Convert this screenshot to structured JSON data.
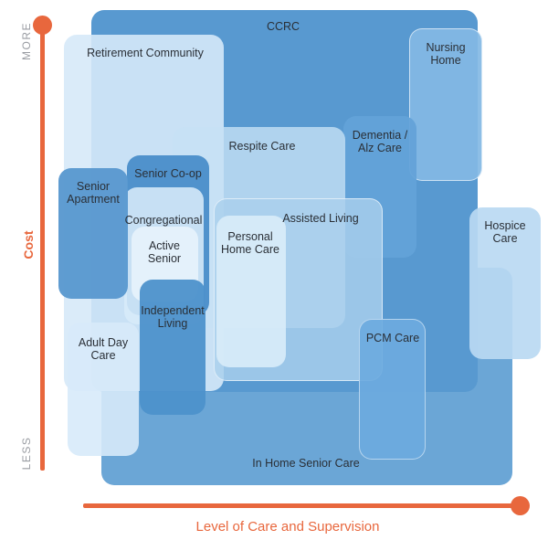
{
  "y_axis": {
    "title": "Cost",
    "high_label": "MORE",
    "low_label": "LESS"
  },
  "x_axis": {
    "title": "Level of Care and Supervision"
  },
  "colors": {
    "axis": "#e8673d"
  },
  "boxes": {
    "ccrc": "CCRC",
    "retirement_community": "Retirement Community",
    "nursing_home": "Nursing Home",
    "respite_care": "Respite Care",
    "dementia_alz_care": "Dementia / Alz Care",
    "senior_apartment": "Senior Apartment",
    "senior_coop": "Senior Co-op",
    "congregational": "Congregational",
    "assisted_living": "Assisted Living",
    "active_senior": "Active Senior",
    "personal_home_care": "Personal Home Care",
    "hospice_care": "Hospice Care",
    "independent_living": "Independent Living",
    "adult_day_care": "Adult Day Care",
    "pcm_care": "PCM Care",
    "in_home_senior_care": "In Home Senior Care"
  }
}
